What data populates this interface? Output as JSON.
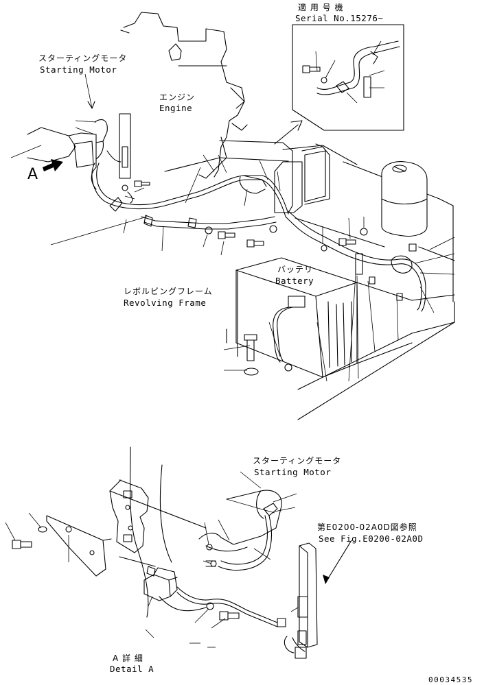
{
  "serial_applicability": {
    "jp": "適 用 号 機",
    "en": "Serial No.15276~"
  },
  "labels": {
    "starting_motor_top": {
      "jp": "スターティングモータ",
      "en": "Starting Motor"
    },
    "engine": {
      "jp": "エンジン",
      "en": "Engine"
    },
    "battery": {
      "jp": "バッテリ",
      "en": "Battery"
    },
    "revolving_frame": {
      "jp": "レボルビングフレーム",
      "en": "Revolving Frame"
    },
    "starting_motor_bottom": {
      "jp": "スターティングモータ",
      "en": "Starting Motor"
    },
    "see_fig": {
      "jp": "第E0200-02A0D図参照",
      "en": "See Fig.E0200-02A0D"
    },
    "detail": {
      "jp": "A 詳 細",
      "en": "Detail A"
    },
    "view_marker": "A",
    "drawing_number": "00034535"
  },
  "icons": [
    "view-arrow-icon",
    "callout-arrow-icon"
  ]
}
